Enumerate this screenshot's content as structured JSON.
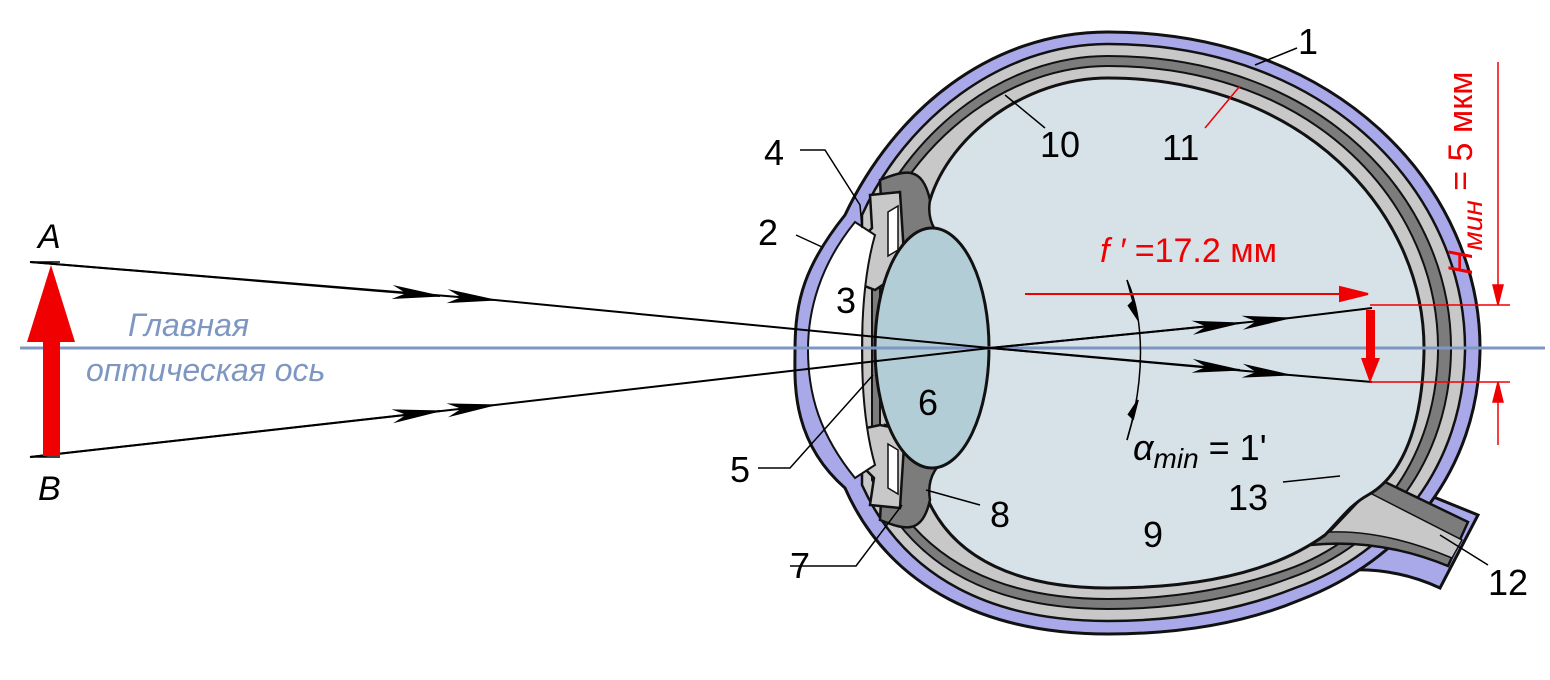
{
  "labels": {
    "point_a": "A",
    "point_b": "B",
    "axis_line1": "Главная",
    "axis_line2": "оптическая ось",
    "focal_f": "f ′",
    "focal_val": " =17.2 мм",
    "h_main": "H",
    "h_sub": "мин",
    "h_val": " = 5 мкм",
    "alpha_main": "α",
    "alpha_sub": "min",
    "alpha_val": " = 1'"
  },
  "part_numbers": [
    "1",
    "2",
    "3",
    "4",
    "5",
    "6",
    "7",
    "8",
    "9",
    "10",
    "11",
    "12",
    "13"
  ],
  "colors": {
    "sclera": "#a9a9ea",
    "choroid": "#c8c8c8",
    "retina_dark": "#7c7c7c",
    "vitreous": "#d6e1e8",
    "lens": "#b3cdd6",
    "axis": "#7e97c2",
    "red": "#f00000"
  }
}
